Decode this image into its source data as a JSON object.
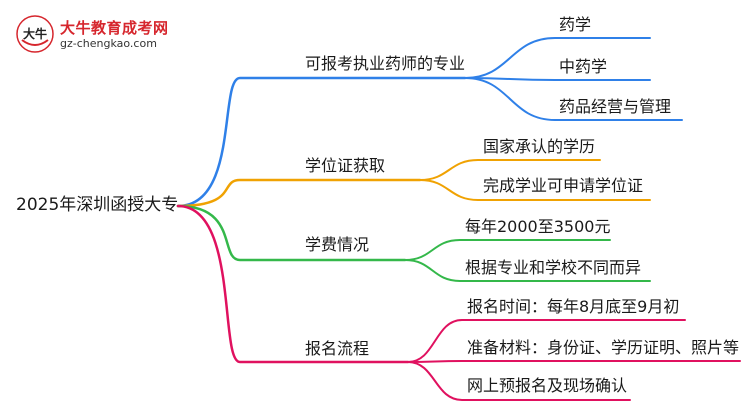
{
  "logo": {
    "title": "大牛教育成考网",
    "url": "gz-chengkao.com",
    "badge_text": "大牛"
  },
  "root": {
    "label": "2025年深圳函授大专"
  },
  "branches": [
    {
      "label": "可报考执业药师的专业",
      "color": "#2f80e8",
      "items": [
        "药学",
        "中药学",
        "药品经营与管理"
      ]
    },
    {
      "label": "学位证获取",
      "color": "#f0a202",
      "items": [
        "国家承认的学历",
        "完成学业可申请学位证"
      ]
    },
    {
      "label": "学费情况",
      "color": "#34b84a",
      "items": [
        "每年2000至3500元",
        "根据专业和学校不同而异"
      ]
    },
    {
      "label": "报名流程",
      "color": "#e0115f",
      "items": [
        "报名时间：每年8月底至9月初",
        "准备材料：身份证、学历证明、照片等",
        "网上预报名及现场确认"
      ]
    }
  ]
}
